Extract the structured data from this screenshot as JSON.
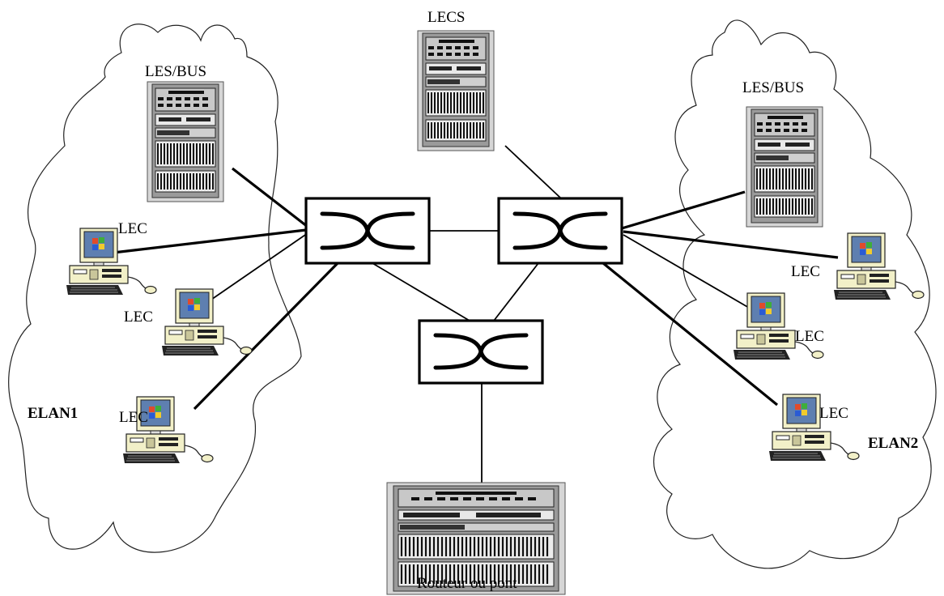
{
  "labels": {
    "lecs": "LECS",
    "les_bus_left": "LES/BUS",
    "les_bus_right": "LES/BUS",
    "lec_left_1": "LEC",
    "lec_left_2": "LEC",
    "lec_left_3": "LEC",
    "lec_right_1": "LEC",
    "lec_right_2": "LEC",
    "lec_right_3": "LEC",
    "elan1": "ELAN1",
    "elan2": "ELAN2",
    "router": "Routeur ou pont"
  }
}
